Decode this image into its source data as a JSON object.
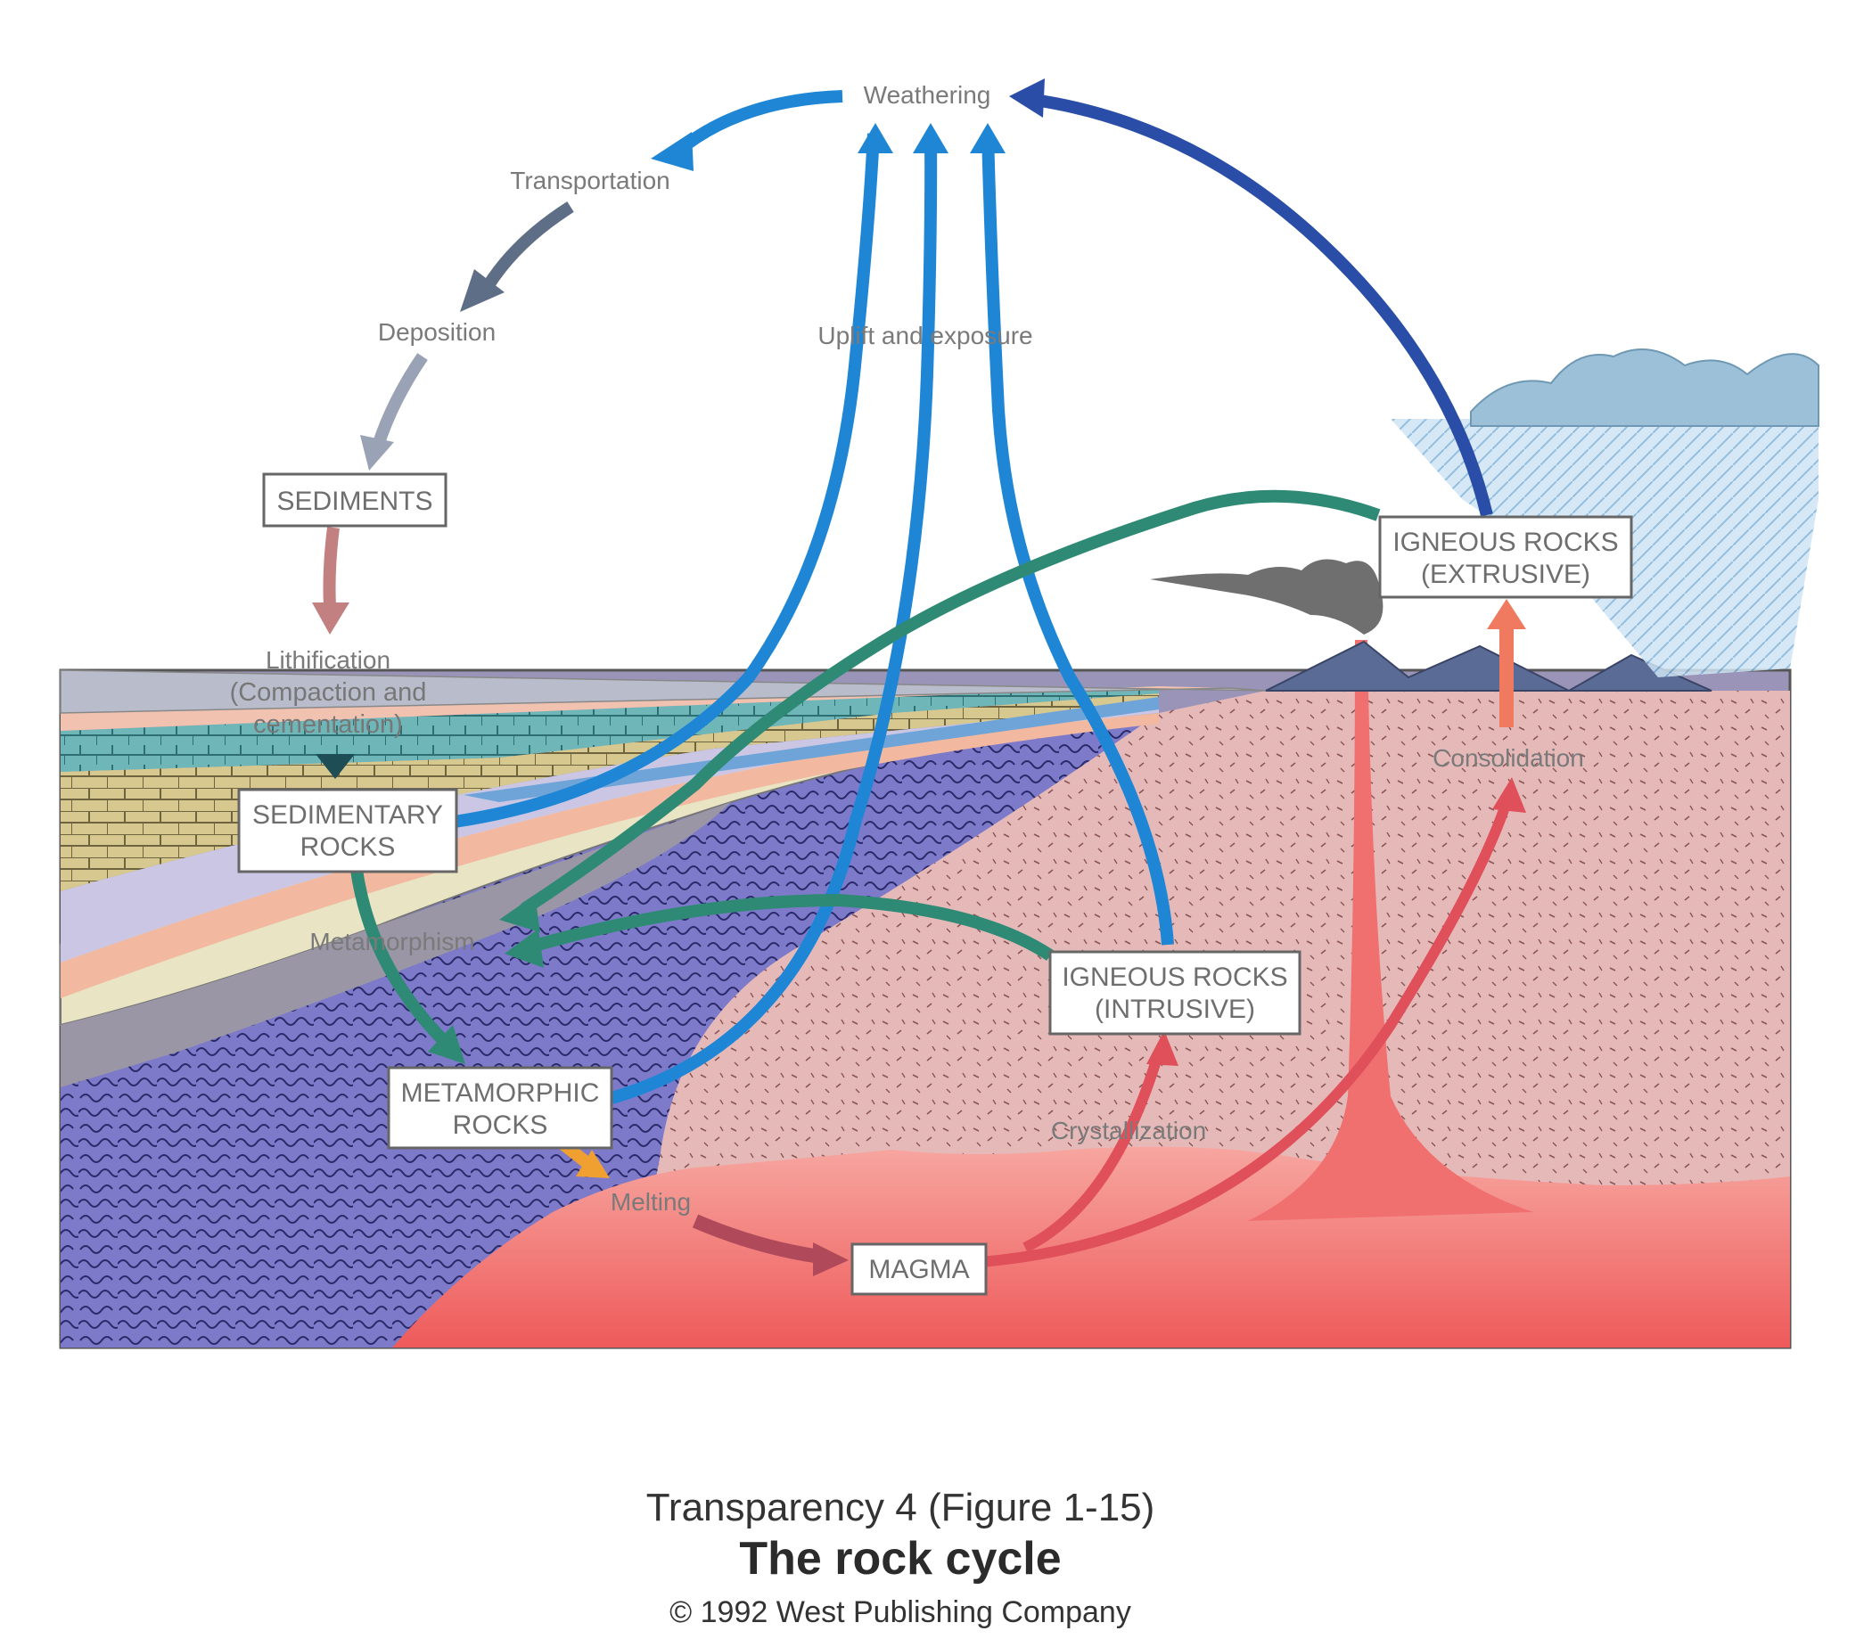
{
  "labels": {
    "weathering": "Weathering",
    "transportation": "Transportation",
    "deposition": "Deposition",
    "uplift": "Uplift and exposure",
    "lithification_1": "Lithification",
    "lithification_2": "(Compaction and",
    "lithification_3": "cementation)",
    "metamorphism": "Metamorphism",
    "melting": "Melting",
    "crystallization": "Crystallization",
    "consolidation": "Consolidation"
  },
  "boxes": {
    "sediments": "SEDIMENTS",
    "sedimentary_1": "SEDIMENTARY",
    "sedimentary_2": "ROCKS",
    "metamorphic_1": "METAMORPHIC",
    "metamorphic_2": "ROCKS",
    "magma": "MAGMA",
    "intrusive_1": "IGNEOUS ROCKS",
    "intrusive_2": "(INTRUSIVE)",
    "extrusive_1": "IGNEOUS ROCKS",
    "extrusive_2": "(EXTRUSIVE)"
  },
  "caption": {
    "line1": "Transparency 4 (Figure 1-15)",
    "line2": "The rock cycle",
    "line3": "© 1992 West Publishing Company"
  },
  "colors": {
    "uplift_arrow": "#1f86d6",
    "metamorphism_arrow": "#2e8a74",
    "magma_arrow": "#e0505a",
    "extrusive_weathering_arrow": "#2a4ea8",
    "sky_rain": "#9cc8e6",
    "magma_body": "#f07070",
    "igneous_body": "#e2b4b4",
    "metamorphic_body": "#7a78c8"
  }
}
